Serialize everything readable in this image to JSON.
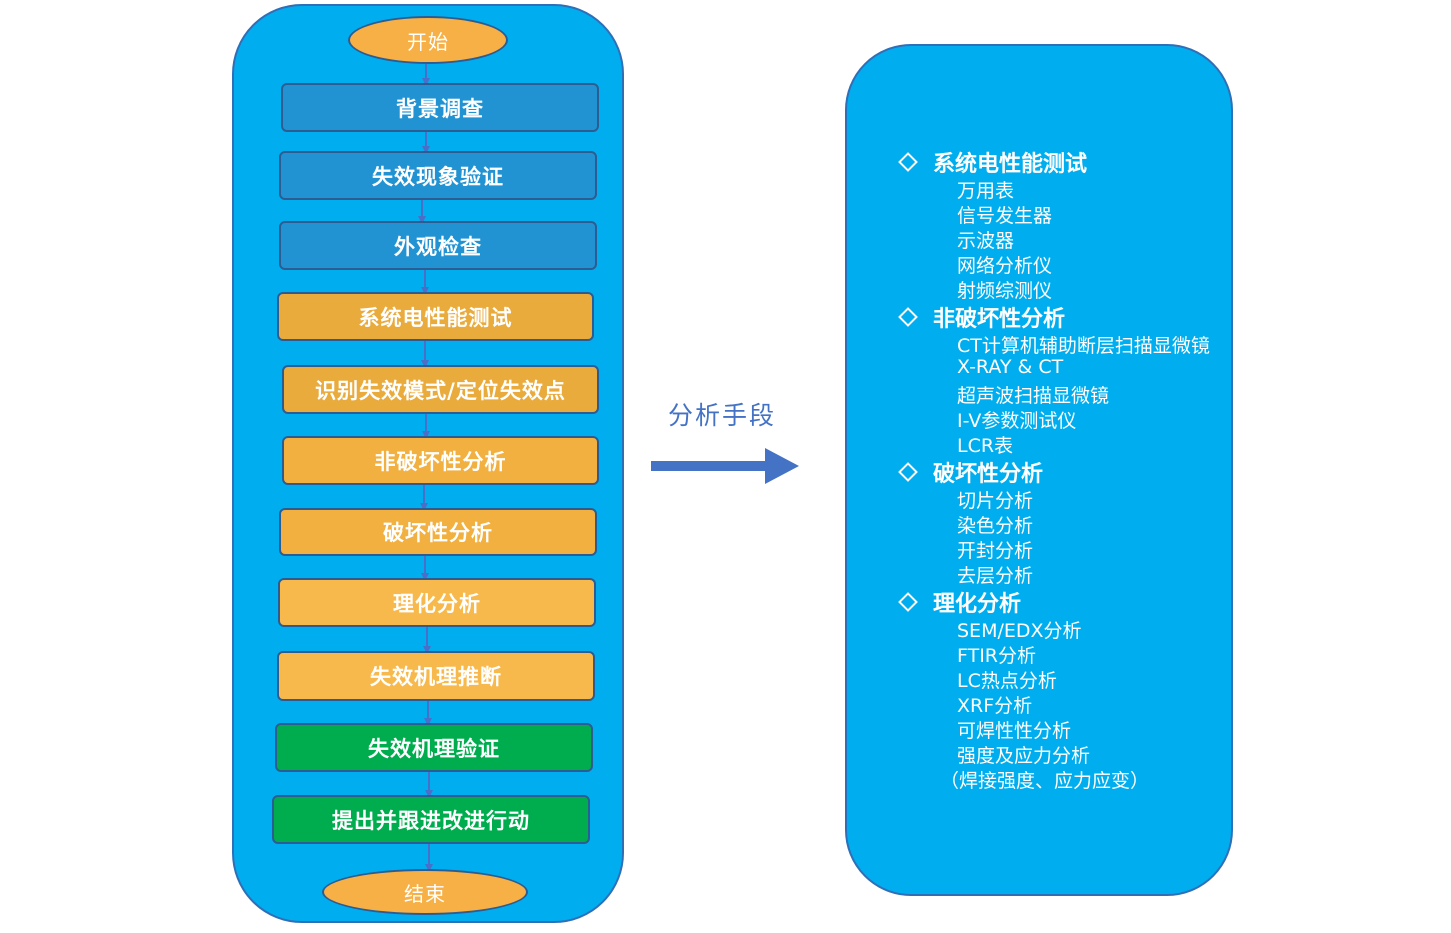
{
  "flow": {
    "start": "开始",
    "end": "结束",
    "steps": [
      {
        "label": "背景调查",
        "color": "blue"
      },
      {
        "label": "失效现象验证",
        "color": "blue"
      },
      {
        "label": "外观检查",
        "color": "blue"
      },
      {
        "label": "系统电性能测试",
        "color": "orange"
      },
      {
        "label": "识别失效模式/定位失效点",
        "color": "orange"
      },
      {
        "label": "非破坏性分析",
        "color": "orange"
      },
      {
        "label": "破坏性分析",
        "color": "orange"
      },
      {
        "label": "理化分析",
        "color": "orange"
      },
      {
        "label": "失效机理推断",
        "color": "orange"
      },
      {
        "label": "失效机理验证",
        "color": "green"
      },
      {
        "label": "提出并跟进改进行动",
        "color": "green"
      }
    ]
  },
  "connector": {
    "label": "分析手段"
  },
  "methods": [
    {
      "category": "系统电性能测试",
      "items": [
        "万用表",
        "信号发生器",
        "示波器",
        "网络分析仪",
        "射频综测仪"
      ]
    },
    {
      "category": "非破坏性分析",
      "items": [
        "CT计算机辅助断层扫描显微镜",
        "X-RAY & CT",
        "超声波扫描显微镜",
        "I-V参数测试仪",
        "LCR表"
      ]
    },
    {
      "category": "破坏性分析",
      "items": [
        "切片分析",
        "染色分析",
        "开封分析",
        "去层分析"
      ]
    },
    {
      "category": "理化分析",
      "items": [
        "SEM/EDX分析",
        "FTIR分析",
        "LC热点分析",
        "XRF分析",
        "可焊性性分析",
        "强度及应力分析"
      ],
      "note": "（焊接强度、应力应变）"
    }
  ],
  "colors": {
    "panel": "#00aeef",
    "blue_step": "#2293d2",
    "orange_step": "#f1b040",
    "green_step": "#00ad4e",
    "arrow": "#4472c4"
  }
}
